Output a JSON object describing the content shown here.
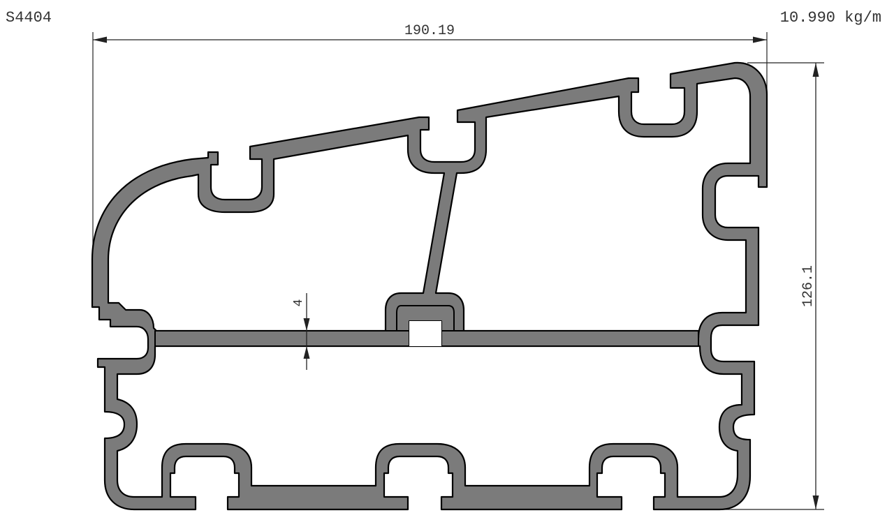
{
  "drawing": {
    "part_number": "S4404",
    "weight": "10.990 kg/m",
    "dimensions": {
      "width": "190.19",
      "height": "126.1",
      "wall": "4"
    },
    "colors": {
      "profile_fill": "#7b7b7b",
      "outline": "#000000",
      "background": "#ffffff"
    }
  }
}
